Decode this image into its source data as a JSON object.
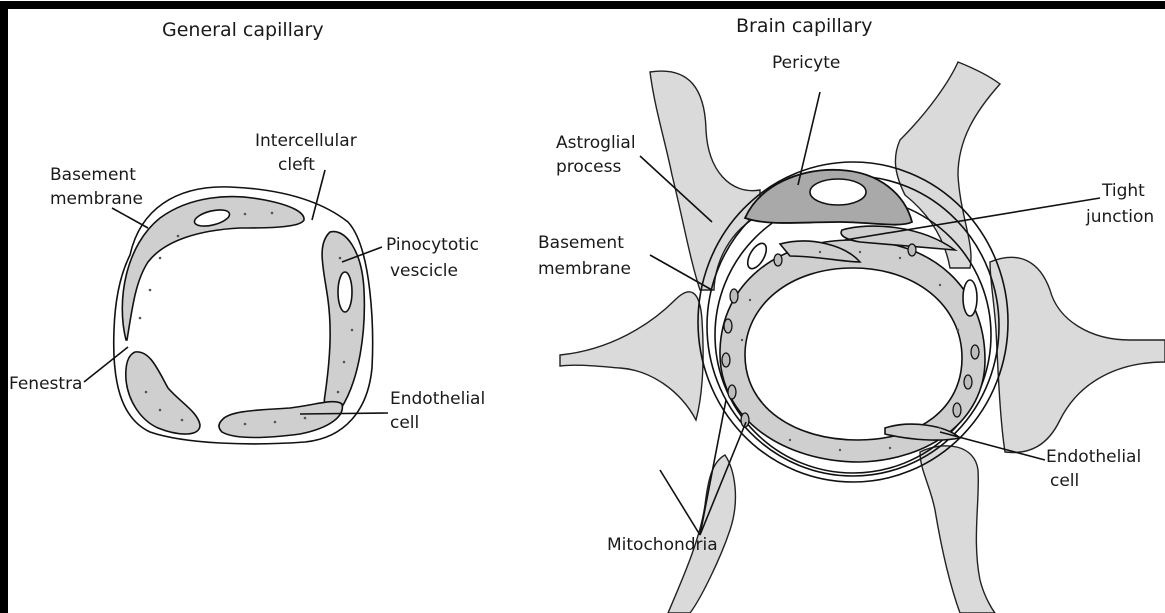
{
  "titles": {
    "general": "General capillary",
    "brain": "Brain capillary"
  },
  "general_labels": {
    "basement_line1": "Basement",
    "basement_line2": "membrane",
    "intercellular_line1": "Intercellular",
    "intercellular_line2": "cleft",
    "pinocytotic_line1": "Pinocytotic",
    "pinocytotic_line2": "vescicle",
    "fenestra": "Fenestra",
    "endothelial_line1": "Endothelial",
    "endothelial_line2": "cell"
  },
  "brain_labels": {
    "pericyte": "Pericyte",
    "astroglial_line1": "Astroglial",
    "astroglial_line2": "process",
    "tight_line1": "Tight",
    "tight_line2": "junction",
    "basement_line1": "Basement",
    "basement_line2": "membrane",
    "endothelial_line1": "Endothelial",
    "endothelial_line2": "cell",
    "mitochondria": "Mitochondria"
  },
  "colors": {
    "cytoplasm": "#cfcfcf",
    "astroglia": "#dadada",
    "pericyte": "#a9a9a9",
    "frame": "#000000"
  }
}
